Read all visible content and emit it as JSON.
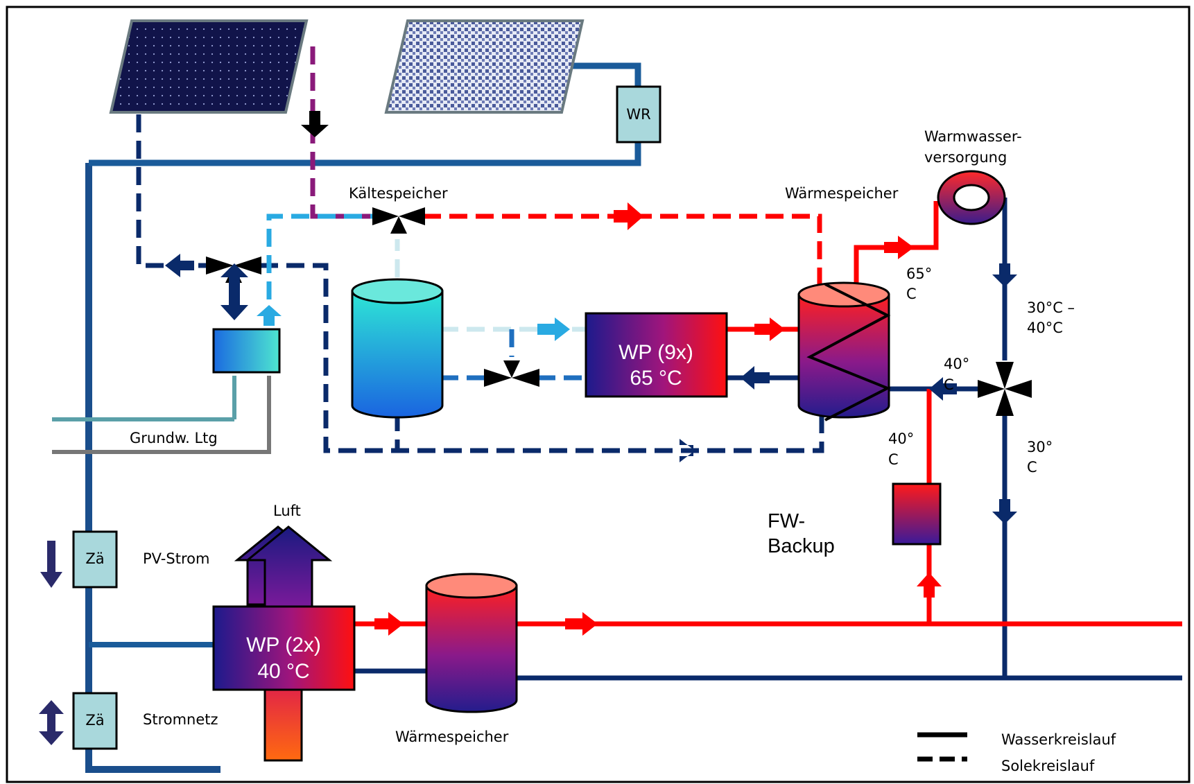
{
  "components": {
    "wr": "WR",
    "zaehler_pv": "Zä",
    "zaehler_netz": "Zä",
    "wp9": {
      "line1": "WP (9x)",
      "line2": "65 °C"
    },
    "wp2": {
      "line1": "WP (2x)",
      "line2": "40 °C"
    }
  },
  "labels": {
    "kaeltespeicher": "Kältespeicher",
    "waermespeicher_top": "Wärmespeicher",
    "warmwasser_1": "Warmwasser-",
    "warmwasser_2": "versorgung",
    "grundw": "Grundw. Ltg",
    "luft": "Luft",
    "pv_strom": "PV-Strom",
    "stromnetz": "Stromnetz",
    "waermespeicher_bottom": "Wärmespeicher",
    "fw_1": "FW-",
    "fw_2": "Backup"
  },
  "temperatures": {
    "t65_a": "65°",
    "t65_b": "C",
    "t3040_a": "30°C –",
    "t3040_b": "40°C",
    "t40r_a": "40°",
    "t40r_b": "C",
    "t40l_a": "40°",
    "t40l_b": "C",
    "t30_a": "30°",
    "t30_b": "C"
  },
  "legend": {
    "water": "Wasserkreislauf",
    "brine": "Solekreislauf"
  },
  "colors": {
    "hot": "#ff0000",
    "cold": "#0a2a6a",
    "pipe_blue": "#1a5b9a",
    "cool_light": "#29aae2",
    "frame": "#000000"
  }
}
